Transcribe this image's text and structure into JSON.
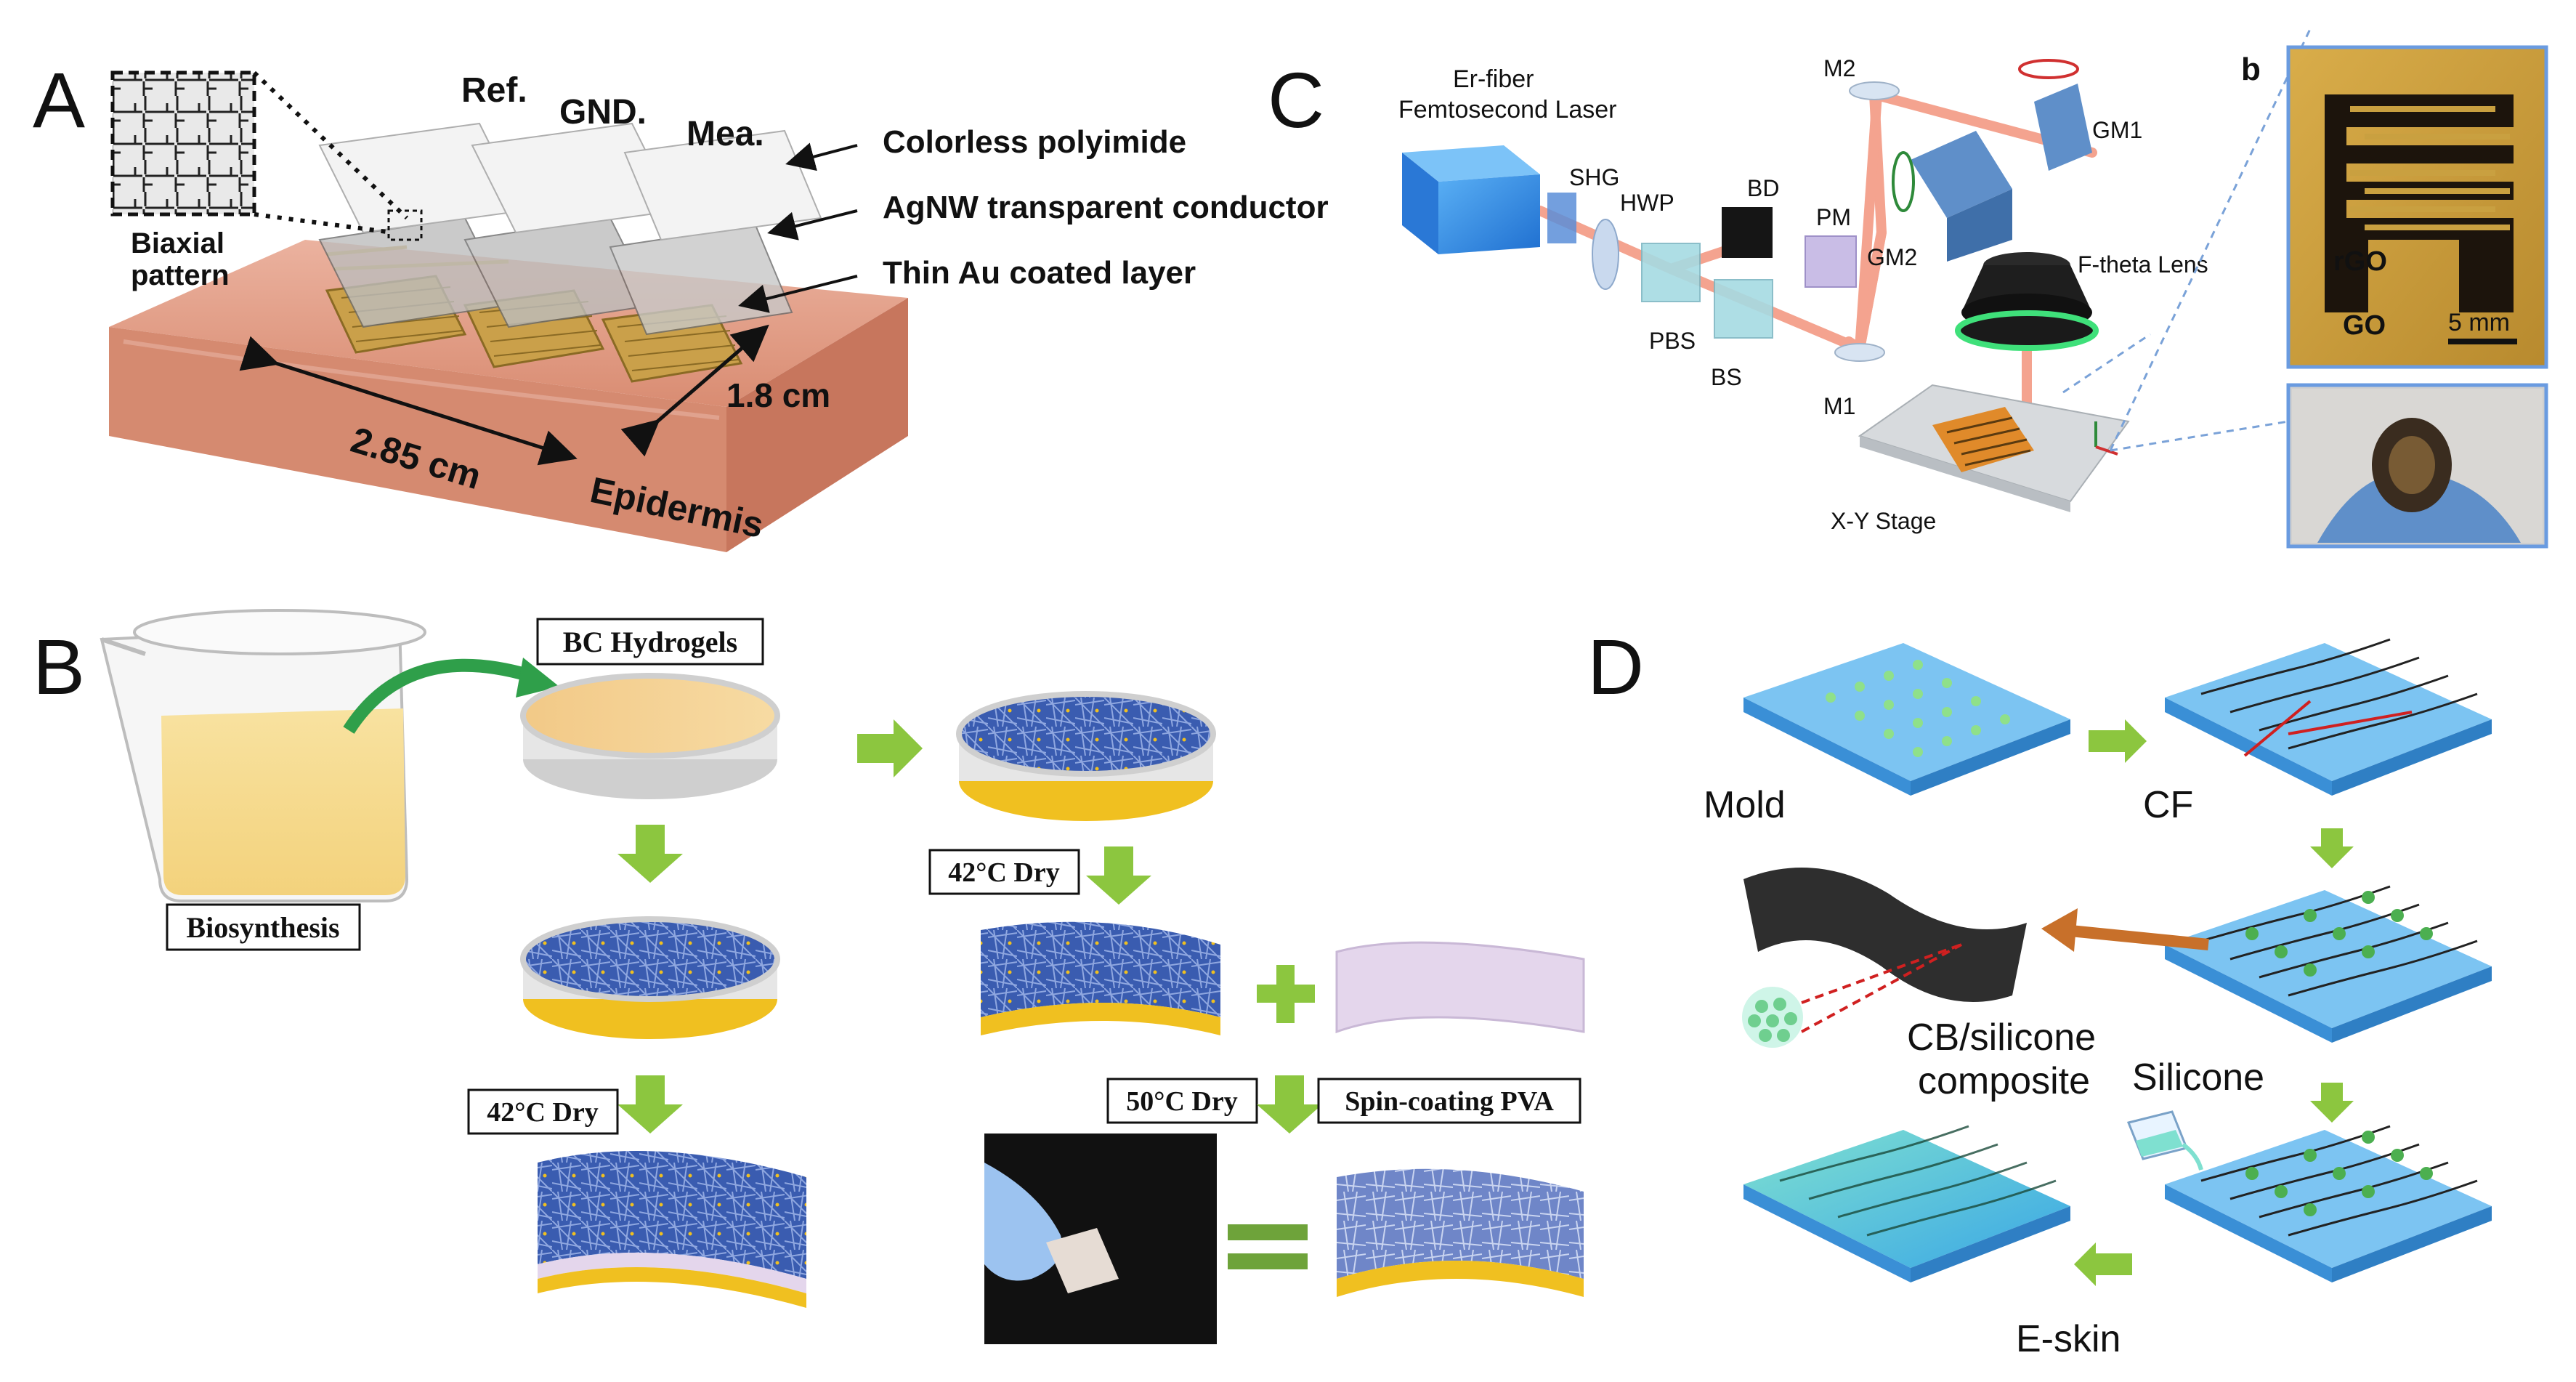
{
  "panels": {
    "A": {
      "letter": "A",
      "inset_label_line1": "Biaxial",
      "inset_label_line2": "pattern",
      "electrodes": [
        "Ref.",
        "GND.",
        "Mea."
      ],
      "layers": [
        "Colorless polyimide",
        "AgNW transparent conductor",
        "Thin Au coated layer"
      ],
      "dim_length": "2.85 cm",
      "dim_width": "1.8 cm",
      "substrate": "Epidermis",
      "colors": {
        "skin": "#e7a08a",
        "skin_dark": "#c8785f",
        "gold": "#c9a44a"
      }
    },
    "B": {
      "letter": "B",
      "labels": {
        "biosynthesis": "Biosynthesis",
        "hydrogels": "BC Hydrogels",
        "dry42_a": "42°C Dry",
        "dry42_b": "42°C Dry",
        "dry50": "50°C Dry",
        "spin": "Spin-coating PVA"
      },
      "colors": {
        "liquid": "#f6d98e",
        "fiber": "#2f4fa0",
        "gold": "#f0c020",
        "arrow": "#8cc63f",
        "pva": "#e4d6ec"
      }
    },
    "C": {
      "letter": "C",
      "sub_letter": "b",
      "laser_line1": "Er-fiber",
      "laser_line2": "Femtosecond Laser",
      "components": {
        "shg": "SHG",
        "hwp": "HWP",
        "bd": "BD",
        "pm": "PM",
        "pbs": "PBS",
        "bs": "BS",
        "m1": "M1",
        "m2": "M2",
        "gm1": "GM1",
        "gm2": "GM2",
        "lens": "F-theta Lens",
        "stage": "X-Y Stage"
      },
      "inset": {
        "rgo": "rGO",
        "go": "GO",
        "scale": "5 mm"
      },
      "colors": {
        "laser_box": "#3a8fe6",
        "beam": "#f2a08e",
        "cube": "#9fd3dc",
        "inset_bg": "#c99a3a"
      }
    },
    "D": {
      "letter": "D",
      "labels": {
        "mold": "Mold",
        "cf": "CF",
        "cb_line1": "CB/silicone",
        "cb_line2": "composite",
        "silicone": "Silicone",
        "eskin": "E-skin"
      },
      "colors": {
        "mold": "#4aa3e6",
        "mold_top": "#7cc4f2",
        "dot": "#8fe08a",
        "arrow": "#8cc63f",
        "orange": "#c8702a"
      }
    }
  }
}
